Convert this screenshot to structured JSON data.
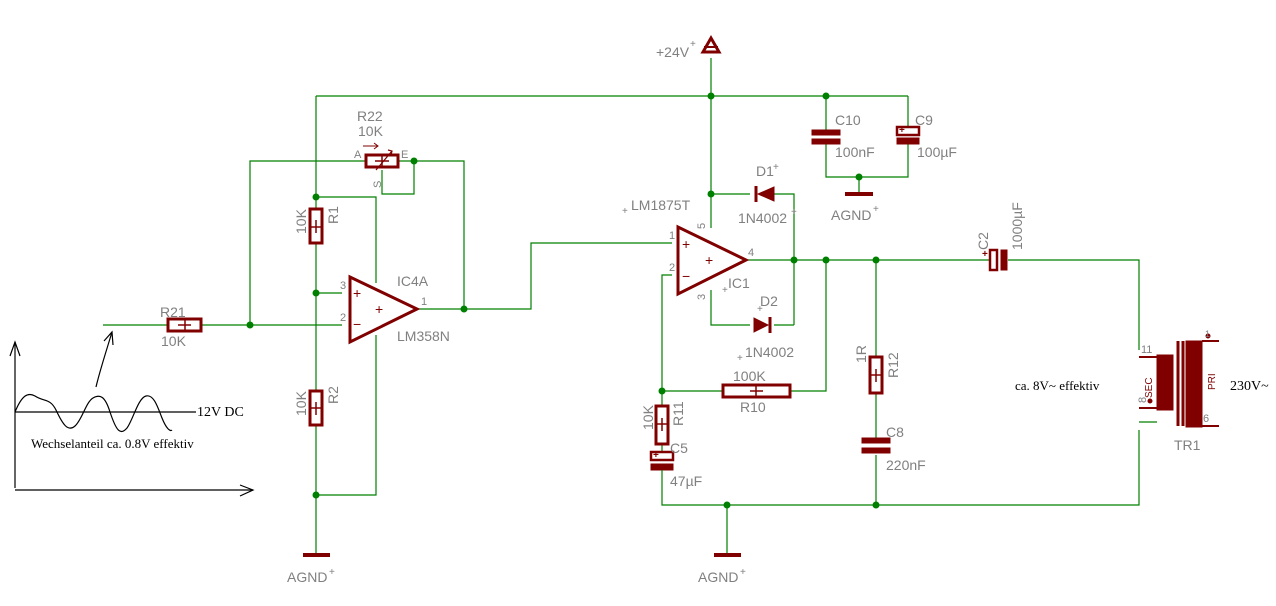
{
  "supply": {
    "label": "+24V"
  },
  "ground": {
    "left": "AGND",
    "center": "AGND",
    "top": "AGND"
  },
  "components": {
    "r21": {
      "name": "R21",
      "value": "10K"
    },
    "r22": {
      "name": "R22",
      "value": "10K",
      "pin_a": "A",
      "pin_e": "E",
      "pin_s": "S"
    },
    "r1": {
      "name": "R1",
      "value": "10K"
    },
    "r2": {
      "name": "R2",
      "value": "10K"
    },
    "ic4a": {
      "name": "IC4A",
      "part": "LM358N",
      "pin1": "1",
      "pin2": "2",
      "pin3": "3"
    },
    "ic1": {
      "name": "IC1",
      "part": "LM1875T",
      "pin1": "1",
      "pin2": "2",
      "pin3": "3",
      "pin4": "4",
      "pin5": "5"
    },
    "d1": {
      "name": "D1",
      "part": "1N4002"
    },
    "d2": {
      "name": "D2",
      "part": "1N4002"
    },
    "c10": {
      "name": "C10",
      "value": "100nF"
    },
    "c9": {
      "name": "C9",
      "value": "100µF"
    },
    "c2": {
      "name": "C2",
      "value": "1000µF"
    },
    "r10": {
      "name": "R10",
      "value": "100K"
    },
    "r11": {
      "name": "R11",
      "value": "10K"
    },
    "c5": {
      "name": "C5",
      "value": "47µF"
    },
    "r12": {
      "name": "R12",
      "value": "1R"
    },
    "c8": {
      "name": "C8",
      "value": "220nF"
    },
    "tr1": {
      "name": "TR1",
      "sec": "SEC",
      "pri": "PRI",
      "pin11": "11",
      "pin8": "8",
      "pin6": "6",
      "pin1": "1"
    }
  },
  "annotations": {
    "dc_level": "12V DC",
    "ac_part": "Wechselanteil ca. 0.8V effektiv",
    "sec_voltage": "ca. 8V~ effektiv",
    "mains": "230V~"
  }
}
